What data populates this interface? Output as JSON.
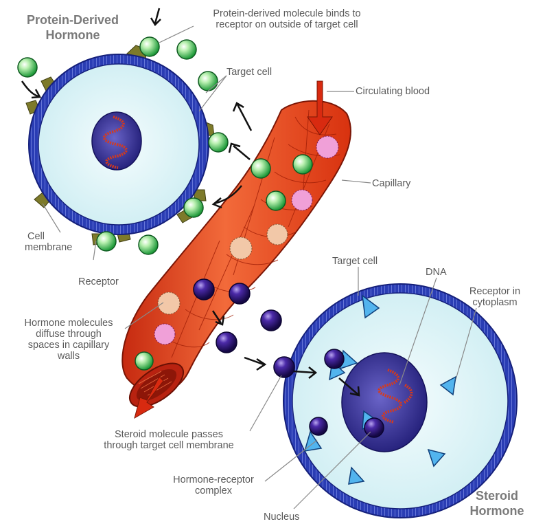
{
  "protein_title": "Protein-Derived Hormone",
  "steroid_title": "Steroid Hormone",
  "labels": {
    "protein_binds": "Protein-derived molecule binds to receptor on outside of target cell",
    "protein_binds_line1": "Protein-derived molecule binds to",
    "protein_binds_line2": "receptor on outside of target cell",
    "target_cell_top": "Target cell",
    "circulating_blood": "Circulating blood",
    "capillary": "Capillary",
    "cell_membrane_line1": "Cell",
    "cell_membrane_line2": "membrane",
    "receptor": "Receptor",
    "target_cell_bottom": "Target cell",
    "dna": "DNA",
    "receptor_cytoplasm_line1": "Receptor in",
    "receptor_cytoplasm_line2": "cytoplasm",
    "diffuse_line1": "Hormone molecules",
    "diffuse_line2": "diffuse through",
    "diffuse_line3": "spaces in capillary",
    "diffuse_line4": "walls",
    "steroid_passes_line1": "Steroid molecule passes",
    "steroid_passes_line2": "through target cell membrane",
    "hormone_receptor_line1": "Hormone-receptor",
    "hormone_receptor_line2": "complex",
    "nucleus": "Nucleus",
    "steroid_title_line1": "Steroid",
    "steroid_title_line2": "Hormone",
    "protein_title_line1": "Protein-Derived",
    "protein_title_line2": "Hormone"
  },
  "colors": {
    "membrane": "#2b3fb8",
    "cytoplasm": "#dff3f7",
    "nucleus": "#2e2a8a",
    "dna": "#d83a1a",
    "capillary": "#e8401c",
    "protein_molecule": "#5fd46a",
    "steroid_molecule": "#3a1f8c",
    "receptor_protein": "#7d7a2a",
    "receptor_steroid": "#3aa0e0"
  }
}
